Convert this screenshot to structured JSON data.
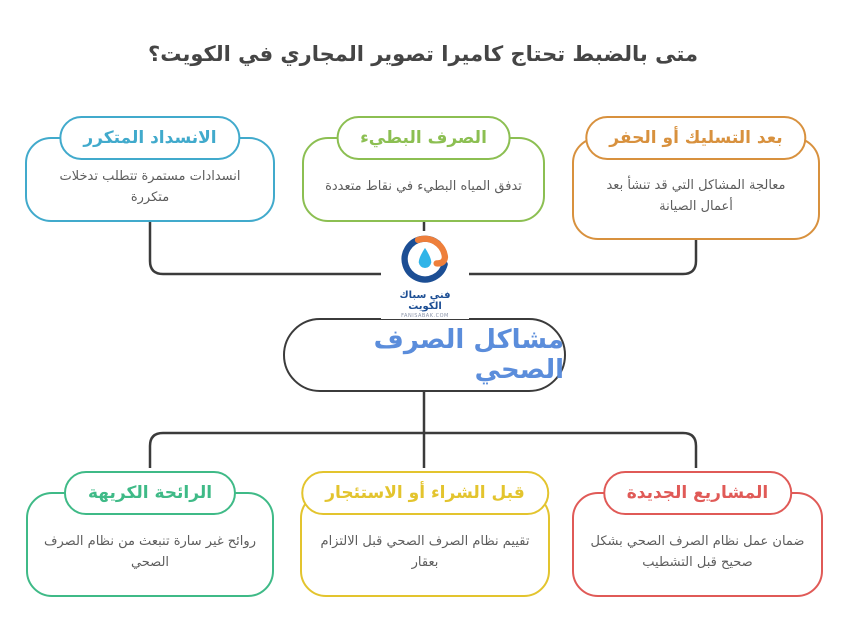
{
  "title": "متى بالضبط تحتاج كاميرا تصوير المجاري في الكويت؟",
  "colors": {
    "line": "#3b3b3b",
    "cyan": "#41aacc",
    "green": "#8cbf52",
    "orange": "#d8913e",
    "teal": "#3fba87",
    "yellow": "#e3c42e",
    "red": "#e05a57"
  },
  "center": {
    "label": "مشاكل الصرف الصحي",
    "text_color": "#5b8ddb"
  },
  "logo": {
    "name": "فني سباك الكويت",
    "domain": "FANISABAK.COM",
    "colors": {
      "blue": "#1c4e94",
      "orange": "#ee7f3b",
      "droplet": "#30b4e8"
    }
  },
  "top_nodes": [
    {
      "title": "الانسداد المتكرر",
      "body": "انسدادات مستمرة تتطلب تدخلات متكررة",
      "color": "#41aacc"
    },
    {
      "title": "الصرف البطيء",
      "body": "تدفق المياه البطيء في نقاط متعددة",
      "color": "#8cbf52"
    },
    {
      "title": "بعد التسليك أو الحفر",
      "body": "معالجة المشاكل التي قد تنشأ بعد أعمال الصيانة",
      "color": "#d8913e"
    }
  ],
  "bottom_nodes": [
    {
      "title": "الرائحة الكريهة",
      "body": "روائح غير سارة تنبعث من نظام الصرف الصحي",
      "color": "#3fba87"
    },
    {
      "title": "قبل الشراء أو الاستئجار",
      "body": "تقييم نظام الصرف الصحي قبل الالتزام بعقار",
      "color": "#e3c42e"
    },
    {
      "title": "المشاريع الجديدة",
      "body": "ضمان عمل نظام الصرف الصحي بشكل صحيح قبل التشطيب",
      "color": "#e05a57"
    }
  ]
}
